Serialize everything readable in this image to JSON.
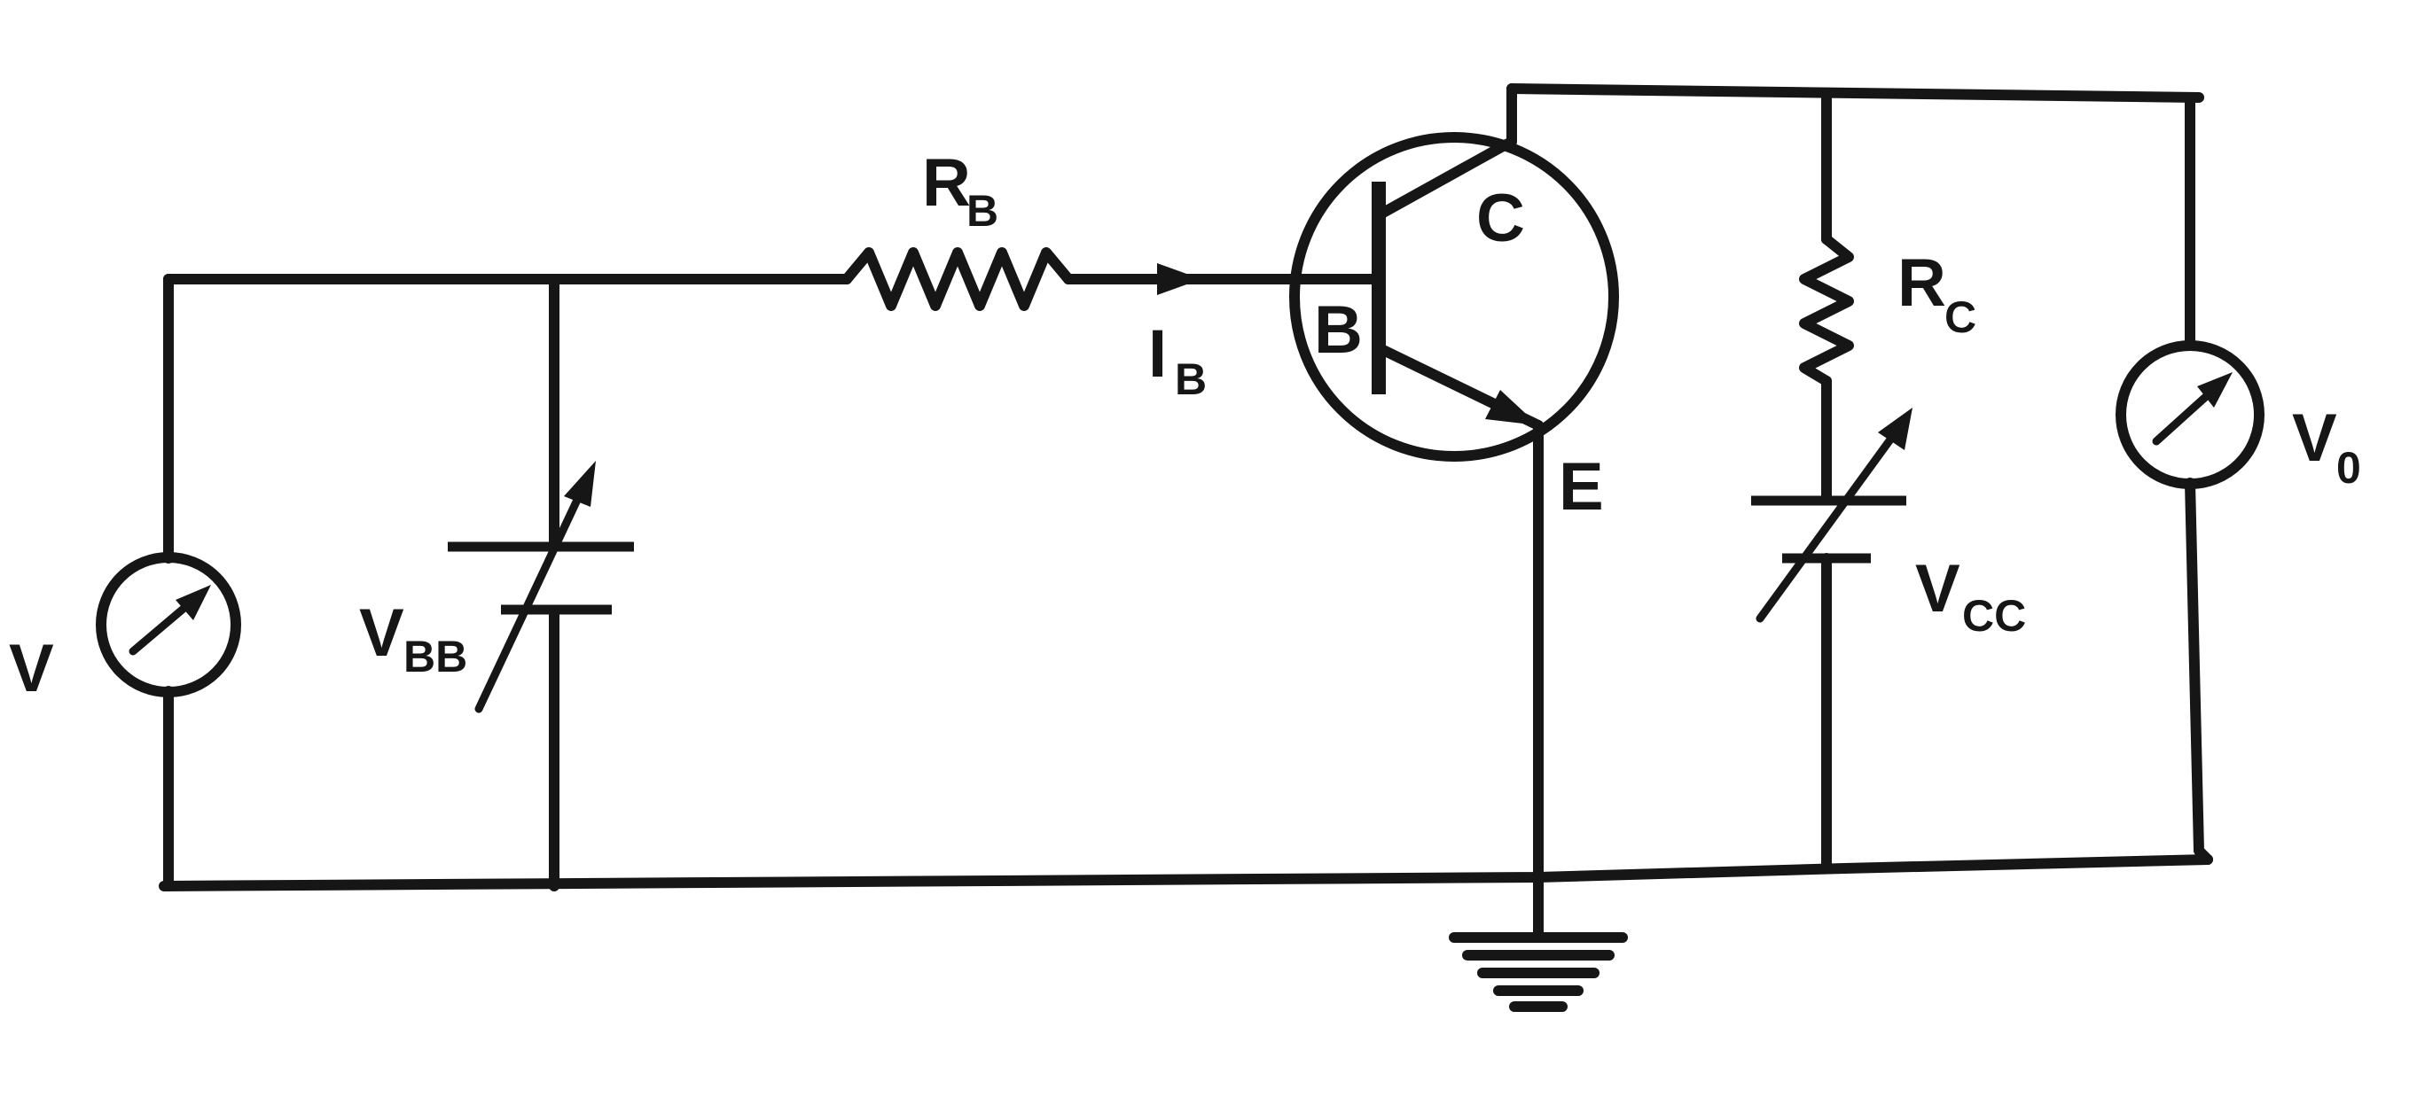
{
  "labels": {
    "voltmeter_in": "V",
    "vbb_main": "V",
    "vbb_sub": "BB",
    "rb_main": "R",
    "rb_sub": "B",
    "ib_main": "I",
    "ib_sub": "B",
    "base": "B",
    "collector": "C",
    "emitter": "E",
    "rc_main": "R",
    "rc_sub": "C",
    "vcc_main": "V",
    "vcc_sub": "CC",
    "vo_main": "V",
    "vo_sub": "0"
  }
}
